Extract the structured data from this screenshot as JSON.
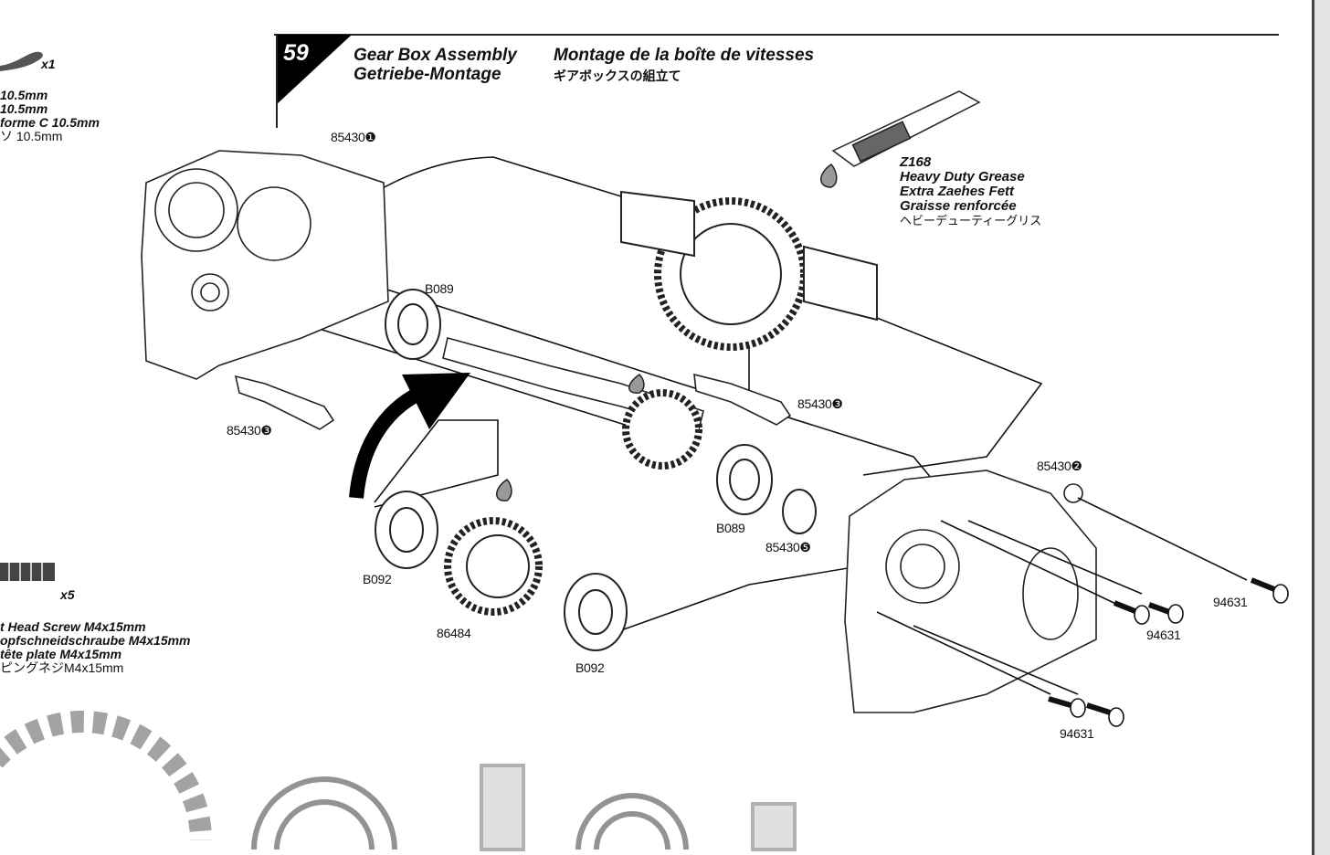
{
  "step": {
    "number": "59",
    "title_en": "Gear Box Assembly",
    "title_de": "Getriebe-Montage",
    "title_fr": "Montage de la boîte de vitesses",
    "title_jp": "ギアボックスの組立て"
  },
  "grease": {
    "code": "Z168",
    "en": "Heavy Duty Grease",
    "de": "Extra Zaehes Fett",
    "fr": "Graisse renforcée",
    "jp": "ヘビーデューティーグリス"
  },
  "left_parts": {
    "clip": {
      "qty": "x1",
      "lines": [
        "10.5mm",
        "10.5mm",
        "forme C 10.5mm",
        "ソ 10.5mm"
      ]
    },
    "screw": {
      "qty": "x5",
      "lines": [
        "t Head Screw M4x15mm",
        "opfschneidschraube M4x15mm",
        "tête plate M4x15mm",
        "ピングネジM4x15mm"
      ]
    }
  },
  "part_labels": {
    "case_left": "85430❶",
    "bearing_top": "B089",
    "mount_left": "85430❸",
    "mount_right": "85430❸",
    "case_right": "85430❷",
    "bearing_mid": "B089",
    "bushing": "85430❺",
    "bearing_low_left": "B092",
    "gear": "86484",
    "bearing_low_right": "B092",
    "screw_right": "94631",
    "screw_mid": "94631",
    "screw_bottom": "94631"
  }
}
